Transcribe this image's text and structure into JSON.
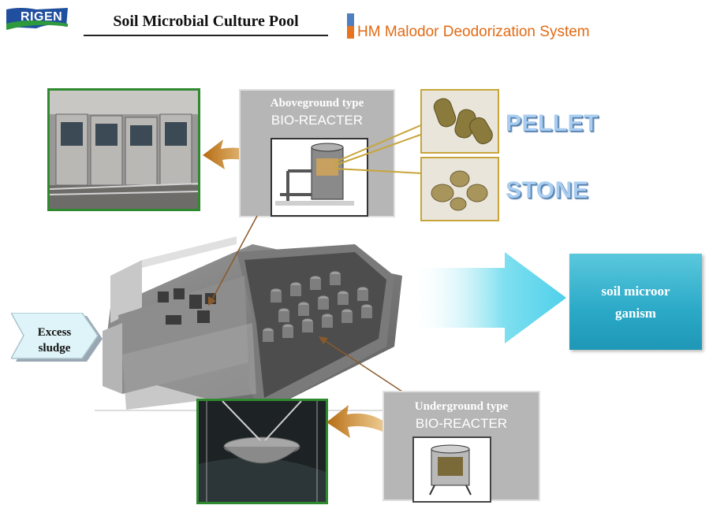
{
  "header": {
    "logo_text": "RIGEN",
    "title": "Soil Microbial Culture Pool",
    "subtitle": "HM Malodor Deodorization System"
  },
  "aboveground": {
    "line1": "Aboveground type",
    "line2": "BIO-REACTER"
  },
  "underground": {
    "line1": "Underground type",
    "line2": "BIO-REACTER"
  },
  "media": {
    "pellet": "PELLET",
    "stone": "STONE"
  },
  "input": {
    "line1": "Excess",
    "line2": "sludge"
  },
  "output": {
    "line1": "soil microor",
    "line2": "ganism"
  },
  "colors": {
    "accent_orange": "#e26a14",
    "accent_blue": "#4f7fbe",
    "photo_border": "#2f8a2f",
    "output_teal": "#2aa9c7"
  }
}
